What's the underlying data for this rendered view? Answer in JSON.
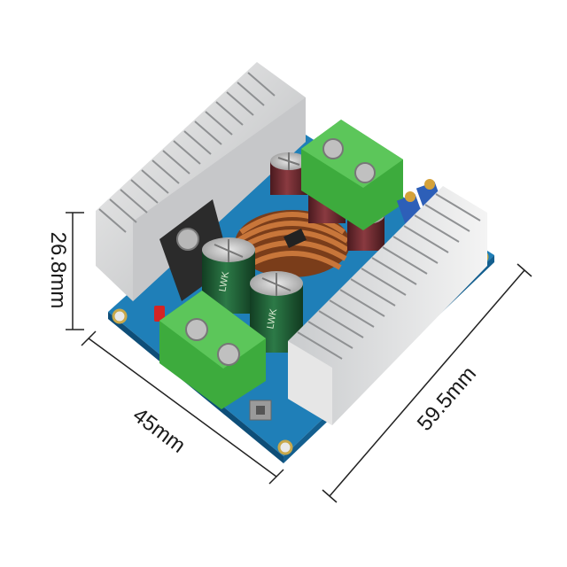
{
  "dimensions": {
    "height": "26.8mm",
    "width": "45mm",
    "length": "59.5mm"
  },
  "capacitor_print": "LWK",
  "colors": {
    "pcb": "#1f7fb8",
    "terminal": "#3dab3d",
    "heatsink": "#d9dadb",
    "copper": "#b8642e",
    "cap_green": "#1f5a32",
    "cap_maroon": "#6e2a30"
  }
}
